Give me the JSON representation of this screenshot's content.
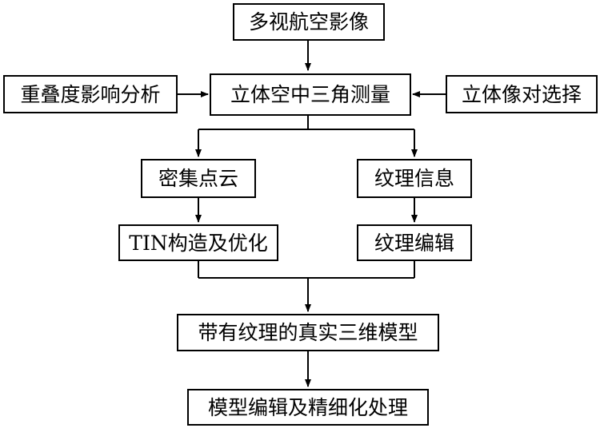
{
  "diagram": {
    "nodes": {
      "multi_view_images": "多视航空影像",
      "overlap_analysis": "重叠度影响分析",
      "aerial_triangulation": "立体空中三角测量",
      "stereo_pair_selection": "立体像对选择",
      "dense_point_cloud": "密集点云",
      "texture_info": "纹理信息",
      "tin_construction": "TIN构造及优化",
      "texture_editing": "纹理编辑",
      "textured_3d_model": "带有纹理的真实三维模型",
      "model_refinement": "模型编辑及精细化处理"
    },
    "edges": [
      {
        "from": "multi_view_images",
        "to": "aerial_triangulation"
      },
      {
        "from": "overlap_analysis",
        "to": "aerial_triangulation"
      },
      {
        "from": "stereo_pair_selection",
        "to": "aerial_triangulation"
      },
      {
        "from": "aerial_triangulation",
        "to": "dense_point_cloud"
      },
      {
        "from": "aerial_triangulation",
        "to": "texture_info"
      },
      {
        "from": "dense_point_cloud",
        "to": "tin_construction"
      },
      {
        "from": "texture_info",
        "to": "texture_editing"
      },
      {
        "from": "tin_construction",
        "to": "textured_3d_model"
      },
      {
        "from": "texture_editing",
        "to": "textured_3d_model"
      },
      {
        "from": "textured_3d_model",
        "to": "model_refinement"
      }
    ],
    "line_color": "#000000",
    "box_border_color": "#000000",
    "background_color": "#ffffff"
  }
}
